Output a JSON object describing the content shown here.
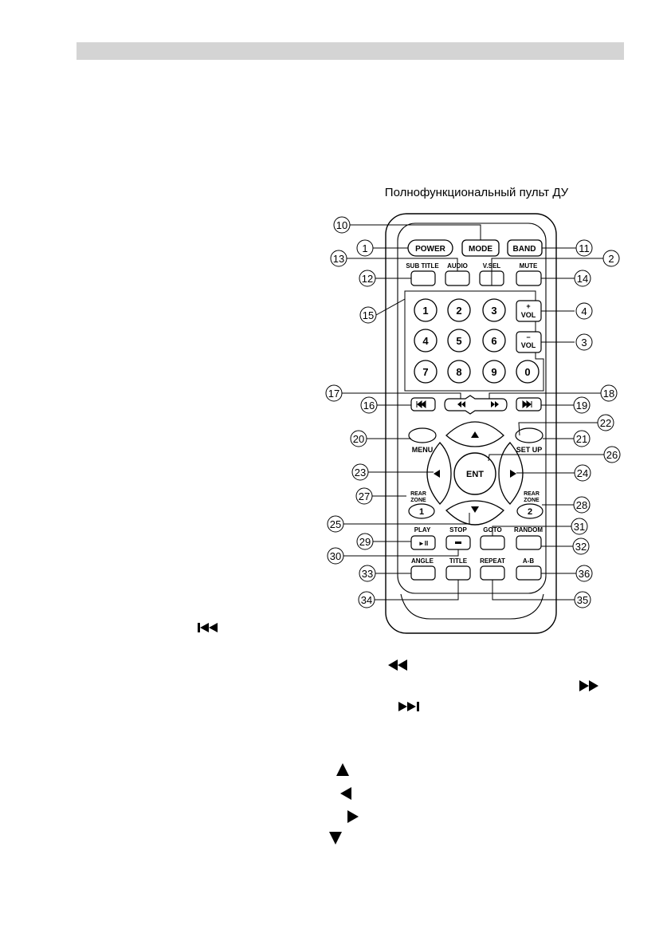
{
  "figure": {
    "caption": "Полнофункциональный пульт ДУ"
  },
  "buttons": {
    "power": "POWER",
    "mode": "MODE",
    "band": "BAND",
    "subtitle": "SUB TITLE",
    "audio": "AUDIO",
    "vsel": "V.SEL",
    "mute": "MUTE",
    "vol_up_sign": "+",
    "vol_down_sign": "−",
    "vol": "VOL",
    "digits": [
      "1",
      "2",
      "3",
      "4",
      "5",
      "6",
      "7",
      "8",
      "9",
      "0"
    ],
    "menu": "MENU",
    "setup": "SET UP",
    "ent": "ENT",
    "rear_zone_1_line1": "REAR",
    "rear_zone_1_line2": "ZONE",
    "rear_zone_1_num": "1",
    "rear_zone_2_line1": "REAR",
    "rear_zone_2_line2": "ZONE",
    "rear_zone_2_num": "2",
    "play": "PLAY",
    "play_symbol": "►II",
    "stop": "STOP",
    "goto": "GOTO",
    "random": "RANDOM",
    "angle": "ANGLE",
    "title": "TITLE",
    "repeat": "REPEAT",
    "ab": "A-B"
  },
  "callouts": [
    "1",
    "2",
    "3",
    "4",
    "10",
    "11",
    "12",
    "13",
    "14",
    "15",
    "16",
    "17",
    "18",
    "19",
    "20",
    "21",
    "22",
    "23",
    "24",
    "25",
    "26",
    "27",
    "28",
    "29",
    "30",
    "31",
    "32",
    "33",
    "34",
    "35",
    "36"
  ],
  "inline_symbols": {
    "prev": "prev-track-icon",
    "rewind": "rewind-icon",
    "fast_forward": "fast-forward-icon",
    "next": "next-track-icon",
    "up": "up-arrow-icon",
    "left": "left-arrow-icon",
    "right": "right-arrow-icon",
    "down": "down-arrow-icon"
  }
}
